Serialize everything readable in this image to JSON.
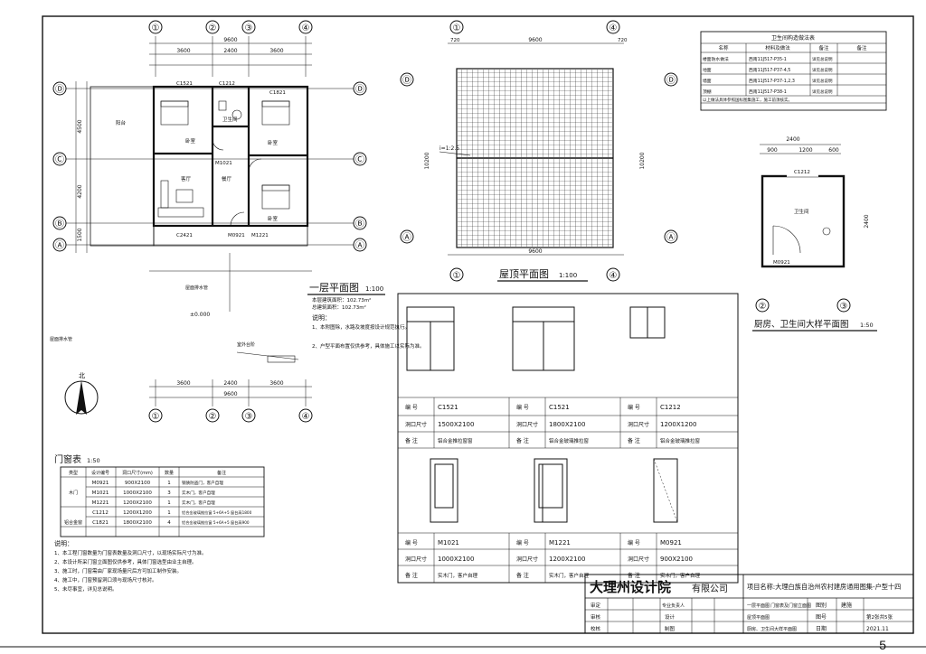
{
  "plan1": {
    "title": "一层平面图",
    "scale": "1:100",
    "axes_top": [
      "①",
      "②",
      "③",
      "④"
    ],
    "axes_side": [
      "Ⓓ",
      "Ⓒ",
      "Ⓑ",
      "Ⓐ"
    ],
    "dims_top": [
      "9600",
      "3600",
      "2400",
      "3600"
    ],
    "dims_bottom": [
      "3600",
      "2400",
      "3600",
      "9600"
    ],
    "dims_side": [
      "4500",
      "4200",
      "1500"
    ],
    "elevation": "±0.000",
    "rooms": [
      "卧室",
      "卫生间",
      "卧室",
      "餐厅",
      "客厅",
      "卧室",
      "阳台"
    ],
    "doors": [
      "C1521",
      "C1212",
      "C1821",
      "M0921",
      "M1221",
      "M1021",
      "C2421"
    ],
    "area_lines": [
      "本层建筑面积：102.73m²",
      "总建筑面积：102.73m²"
    ],
    "notes_title": "说明：",
    "notes": [
      "1、本附图除，水路及坡度按设计规范执行。",
      "2、户型平面布置仅供参考，具体施工以实际为准。"
    ],
    "labels": [
      "屋面排水管",
      "室外台阶"
    ],
    "north": "北"
  },
  "roof": {
    "title": "屋顶平面图",
    "scale": "1:100",
    "axes_top": [
      "①",
      "④"
    ],
    "axes_side": [
      "Ⓓ",
      "Ⓐ"
    ],
    "dims": [
      "9600",
      "720",
      "720"
    ],
    "dims_side": [
      "10200"
    ],
    "slope": "i=1:2.5"
  },
  "kitchen": {
    "title": "厨房、卫生间大样平面图",
    "scale": "1:50",
    "axes": [
      "②",
      "③"
    ],
    "dims": [
      "2400",
      "900",
      "1200",
      "600"
    ],
    "labels": [
      "C1212",
      "M0921",
      "卫生间"
    ]
  },
  "sanitary_table": {
    "title": "卫生间构造做法表",
    "headers": [
      "名称",
      "材料及做法",
      "备注",
      "备注"
    ],
    "rows": [
      [
        "楼面防水做法",
        "西南11J517-P35-1",
        "详见总说明"
      ],
      [
        "地面",
        "西南11J517-P37-4,5",
        "详见总说明"
      ],
      [
        "墙面",
        "西南11J517-P37-1,2,3",
        "详见总说明"
      ],
      [
        "顶棚",
        "西南11J517-P38-1",
        "详见总说明"
      ]
    ],
    "footer": "以上做法具体参照国标图集施工，施工前须核实。"
  },
  "windows": [
    {
      "code": "C1521",
      "size": "1500X2100",
      "note": "铝合金推拉窗窗"
    },
    {
      "code": "C1521",
      "size": "1800X2100",
      "note": "铝合金玻璃推拉窗"
    },
    {
      "code": "C1212",
      "size": "1200X1200",
      "note": "铝合金玻璃推拉窗"
    }
  ],
  "doors_elev": [
    {
      "code": "M1021",
      "size": "1000X2100",
      "note": "实木门，客户自理"
    },
    {
      "code": "M1221",
      "size": "1200X2100",
      "note": "实木门，客户自理"
    },
    {
      "code": "M0921",
      "size": "900X2100",
      "note": "实木门，客户自理"
    }
  ],
  "field_labels": {
    "code": "编  号",
    "size": "洞口尺寸",
    "note": "备  注"
  },
  "door_window_table": {
    "title": "门窗表",
    "scale": "1:50",
    "headers": [
      "类型",
      "设计编号",
      "洞口尺寸(mm)",
      "数量",
      "备注"
    ],
    "rows": [
      [
        "",
        "M0921",
        "900X2100",
        "1",
        "钢质防盗门，客户自理"
      ],
      [
        "木门",
        "M1021",
        "1000X2100",
        "3",
        "实木门，客户自理"
      ],
      [
        "",
        "M1221",
        "1200X2100",
        "1",
        "实木门，客户自理"
      ],
      [
        "铝合金窗",
        "C1212",
        "1200X1200",
        "1",
        "铝合金玻璃推拉窗 5+6A+5 窗台高1800"
      ],
      [
        "",
        "C1821",
        "1800X2100",
        "4",
        "铝合金玻璃推拉窗 5+6A+5 窗台高900"
      ]
    ]
  },
  "general_notes": {
    "title": "说明：",
    "lines": [
      "1、本工程门窗数量为门窗表数量及洞口尺寸，以现场实际尺寸为准。",
      "2、本设计所采门窗立面图仅供参考，具体门窗选型由业主自理。",
      "3、施工时，门窗需由厂家现场量尺后方可加工制作安装。",
      "4、施工中，门窗预留洞口须与现场尺寸核对。",
      "5、未尽事宜，详见总说明。"
    ]
  },
  "title_block": {
    "company": "大理州设计院",
    "company_suffix": "有限公司",
    "project": "项目名称:大理白族自治州农村建房通用图集-户型十四",
    "role_labels": [
      "审定",
      "审核",
      "校核",
      "专业负责人",
      "设计",
      "制图"
    ],
    "drawing_names": [
      "一层平面图",
      "屋顶平面图",
      "厨房、卫生间大样平面图",
      "门窗表及门窗立面图"
    ],
    "meta_labels": [
      "图别",
      "图号",
      "日期"
    ],
    "meta_values": [
      "建施",
      "第2张共5张",
      "2021.11"
    ]
  },
  "page_number": "5"
}
